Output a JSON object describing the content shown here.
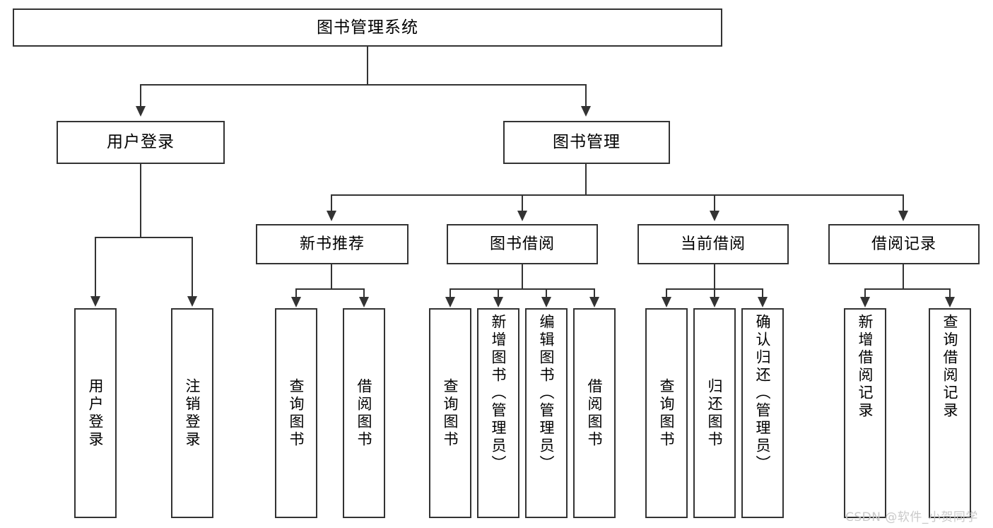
{
  "diagram": {
    "type": "tree-hierarchy-flowchart",
    "title": "图书管理系统",
    "orientation": "top-down",
    "box_fill": "#ffffff",
    "box_stroke": "#333333",
    "connector_color": "#333333",
    "background": "#ffffff"
  },
  "nodes": {
    "root": {
      "label": "图书管理系统"
    },
    "level2": [
      {
        "id": "user-login",
        "label": "用户登录"
      },
      {
        "id": "book-management",
        "label": "图书管理"
      }
    ],
    "level3": [
      {
        "id": "new-book-recommend",
        "label": "新书推荐"
      },
      {
        "id": "book-borrow",
        "label": "图书借阅"
      },
      {
        "id": "current-borrow",
        "label": "当前借阅"
      },
      {
        "id": "borrow-record",
        "label": "借阅记录"
      }
    ],
    "leaves": {
      "user_login": [
        {
          "id": "leaf-user-login",
          "label": "用户登录"
        },
        {
          "id": "leaf-logout-login",
          "label": "注销登录"
        }
      ],
      "new_book_recommend": [
        {
          "id": "leaf-query-book-1",
          "label": "查询图书"
        },
        {
          "id": "leaf-borrow-book-1",
          "label": "借阅图书"
        }
      ],
      "book_borrow": [
        {
          "id": "leaf-query-book-2",
          "label": "查询图书"
        },
        {
          "id": "leaf-add-book",
          "label": "新增图书（管理员）"
        },
        {
          "id": "leaf-edit-book",
          "label": "编辑图书（管理员）"
        },
        {
          "id": "leaf-borrow-book-2",
          "label": "借阅图书"
        }
      ],
      "current_borrow": [
        {
          "id": "leaf-query-book-3",
          "label": "查询图书"
        },
        {
          "id": "leaf-return-book",
          "label": "归还图书"
        },
        {
          "id": "leaf-confirm-return",
          "label": "确认归还（管理员）"
        }
      ],
      "borrow_record": [
        {
          "id": "leaf-add-record",
          "label": "新增借阅记录"
        },
        {
          "id": "leaf-query-record",
          "label": "查询借阅记录"
        }
      ]
    }
  },
  "watermark": {
    "text": "CSDN @软件_小贺同学",
    "color": "#c9c9c9"
  }
}
